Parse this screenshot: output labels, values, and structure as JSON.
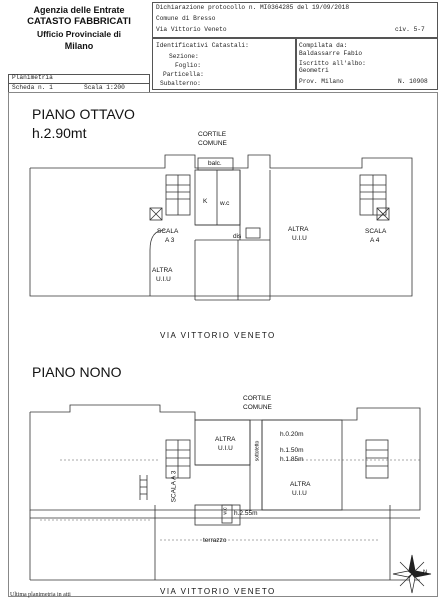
{
  "header": {
    "agency_line1": "Agenzia delle Entrate",
    "agency_line2": "CATASTO FABBRICATI",
    "agency_line3": "Ufficio Provinciale di",
    "agency_line4": "Milano"
  },
  "declaration": {
    "protocol": "Dichiarazione protocollo n. MI0364285 del 19/09/2018",
    "municipality": "Comune di Bresso",
    "address": "Via Vittorio Veneto",
    "civic": "civ. 5-7"
  },
  "cadastral": {
    "title": "Identificativi Catastali:",
    "sezione": "Sezione:",
    "foglio": "Foglio:",
    "particella": "Particella:",
    "subalterno": "Subalterno:"
  },
  "compiler": {
    "title": "Compilata da:",
    "name": "Baldassarre Fabio",
    "registered": "Iscritto all'albo:",
    "profession": "Geometri",
    "province": "Prov. Milano",
    "number": "N. 10908"
  },
  "plan": {
    "type_label": "Planimetria",
    "sheet": "Scheda n. 1",
    "scale": "Scala 1:200"
  },
  "floor8": {
    "title": "PIANO OTTAVO",
    "height": "h.2.90mt",
    "courtyard": "CORTILE",
    "courtyard2": "COMUNE",
    "balcony": "balc.",
    "kitchen": "K",
    "wc": "w.c",
    "stair_left": "SCALA",
    "stair_left_id": "A 3",
    "dis": "dis",
    "other_uiu_right": "ALTRA",
    "other_uiu_right2": "U.I.U",
    "stair_right": "SCALA",
    "stair_right_id": "A 4",
    "other_uiu_bottom": "ALTRA",
    "other_uiu_bottom2": "U.I.U",
    "street": "VIA VITTORIO VENETO"
  },
  "floor9": {
    "title": "PIANO NONO",
    "courtyard": "CORTILE",
    "courtyard2": "COMUNE",
    "h020": "h.0.20m",
    "h150": "h.1.50m",
    "h185": "h.1.85m",
    "other_uiu_left": "ALTRA",
    "other_uiu_left2": "U.I.U",
    "sottotetto": "sottotetto",
    "stair": "SCALA A 3",
    "other_uiu_right": "ALTRA",
    "other_uiu_right2": "U.I.U",
    "h255": "h.2.55m",
    "wc": "w.c",
    "terrace": "terrazzo",
    "street": "VIA VITTORIO VENETO"
  },
  "footer": {
    "note": "Ultima planimetria in atti",
    "compass_label": "N"
  }
}
